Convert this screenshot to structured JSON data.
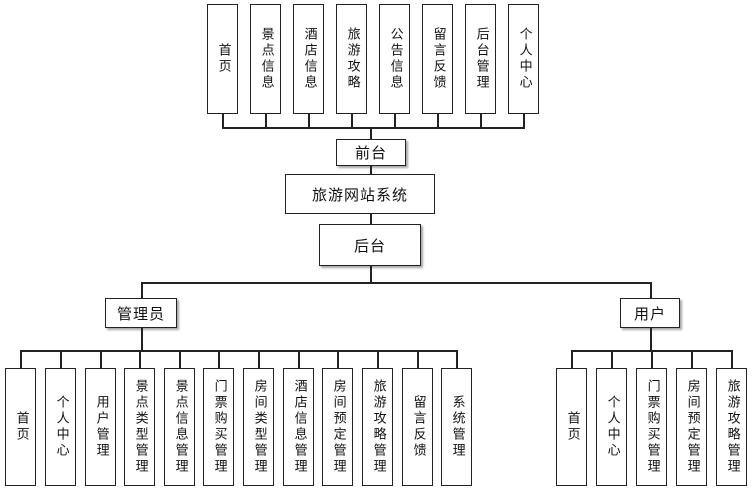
{
  "front": {
    "items": [
      "首页",
      "景点信息",
      "酒店信息",
      "旅游攻略",
      "公告信息",
      "留言反馈",
      "后台管理",
      "个人中心"
    ],
    "label": "前台"
  },
  "system": {
    "label": "旅游网站系统"
  },
  "back": {
    "label": "后台"
  },
  "admin": {
    "label": "管理员",
    "items": [
      "首页",
      "个人中心",
      "用户管理",
      "景点类型管理",
      "景点信息管理",
      "门票购买管理",
      "房间类型管理",
      "酒店信息管理",
      "房间预定管理",
      "旅游攻略管理",
      "留言反馈",
      "系统管理"
    ]
  },
  "user": {
    "label": "用户",
    "items": [
      "首页",
      "个人中心",
      "门票购买管理",
      "房间预定管理",
      "旅游攻略管理"
    ]
  }
}
